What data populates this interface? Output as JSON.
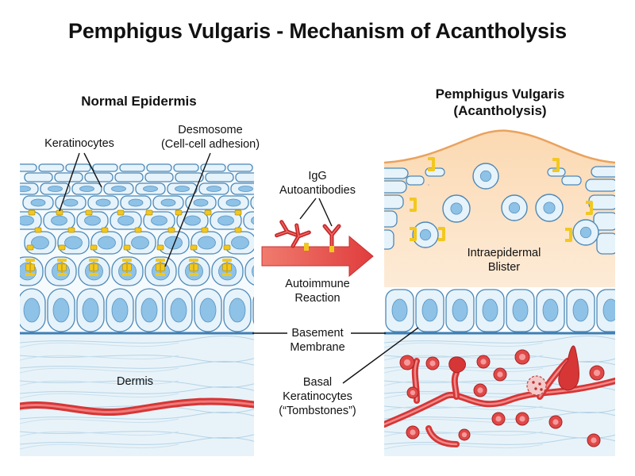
{
  "title": "Pemphigus Vulgaris - Mechanism of Acantholysis",
  "left_panel": {
    "heading": "Normal Epidermis",
    "keratinocytes": "Keratinocytes",
    "desmosome_line1": "Desmosome",
    "desmosome_line2": "(Cell-cell adhesion)",
    "dermis": "Dermis"
  },
  "right_panel": {
    "heading_line1": "Pemphigus Vulgaris",
    "heading_line2": "(Acantholysis)",
    "blister_line1": "Intraepidermal",
    "blister_line2": "Blister"
  },
  "middle": {
    "igg_line1": "IgG",
    "igg_line2": "Autoantibodies",
    "reaction_line1": "Autoimmune",
    "reaction_line2": "Reaction",
    "basement_line1": "Basement",
    "basement_line2": "Membrane",
    "basal_line1": "Basal",
    "basal_line2": "Keratinocytes",
    "basal_line3": "(“Tombstones”)"
  },
  "colors": {
    "cell_fill": "#e6f3fb",
    "cell_stroke": "#4d88b6",
    "nucleus": "#8ec2e6",
    "desmosome": "#f2c81f",
    "dermis": "#e8f3f9",
    "vessel": "#d63636",
    "blister": "#fbd7ad",
    "arrow": "#e34c4c"
  }
}
